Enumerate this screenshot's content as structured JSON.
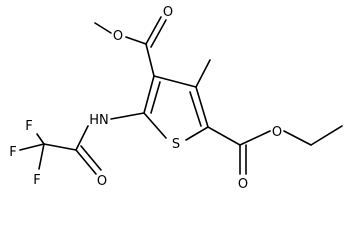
{
  "molecule": {
    "atoms": {
      "o_methyl_ether": "O",
      "o_ester_top": "O",
      "o_ester_right_carbonyl": "O",
      "o_ester_right_ether": "O",
      "sulfur": "S",
      "nh": "HN",
      "f_left": "F",
      "f_bottom": "F",
      "f_top": "F",
      "o_amide": "O"
    }
  }
}
